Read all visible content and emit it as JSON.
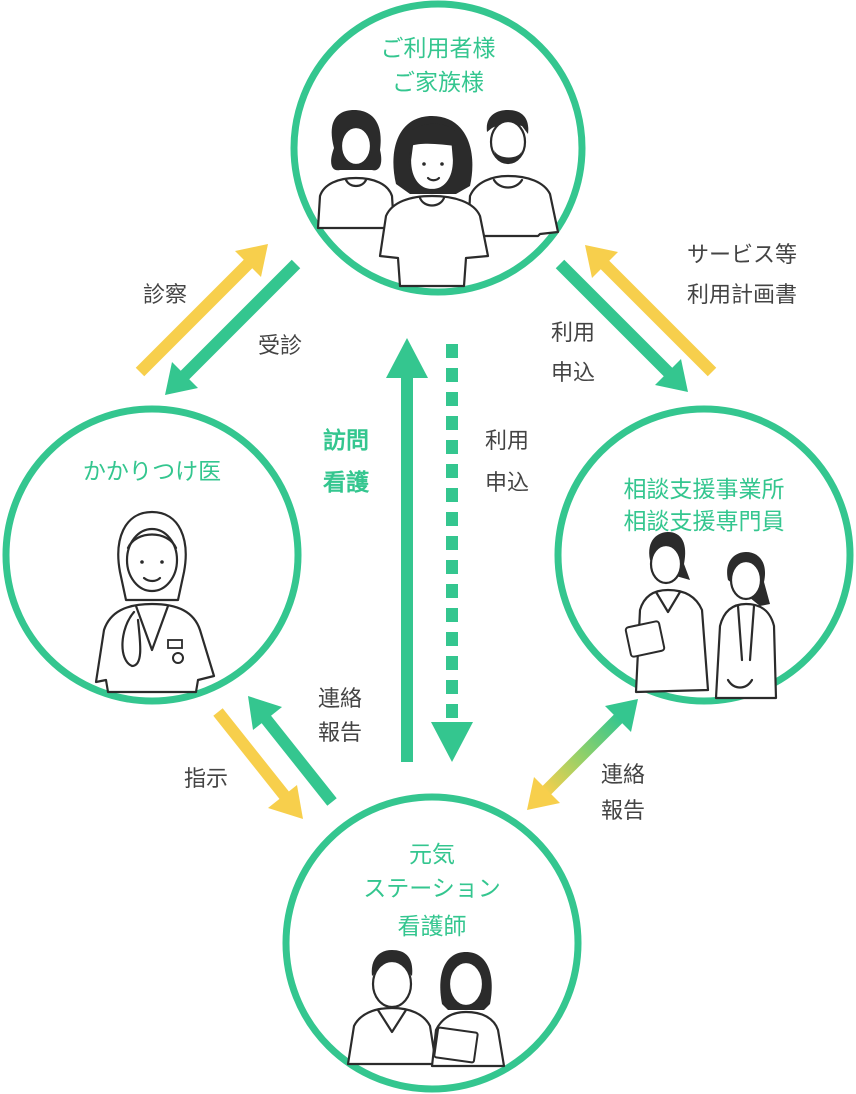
{
  "colors": {
    "green": "#34c68f",
    "yellow": "#f7cf4c",
    "text_gray": "#444444"
  },
  "nodes": {
    "family": {
      "line1": "ご利用者様",
      "line2": "ご家族様"
    },
    "doctor": {
      "line1": "かかりつけ医"
    },
    "consultant": {
      "line1": "相談支援事業所",
      "line2": "相談支援専門員"
    },
    "nurse": {
      "line1": "元気",
      "line2": "ステーション",
      "line3": "看護師"
    }
  },
  "edges": {
    "shinsatsu": "診察",
    "jushin": "受診",
    "service_plan": {
      "line1": "サービス等",
      "line2": "利用計画書"
    },
    "riyou_moushikomi_right": {
      "line1": "利用",
      "line2": "申込"
    },
    "houmon_kango": {
      "line1": "訪問",
      "line2": "看護"
    },
    "riyou_moushikomi_center": {
      "line1": "利用",
      "line2": "申込"
    },
    "renraku_left": {
      "line1": "連絡",
      "line2": "報告"
    },
    "shiji": "指示",
    "renraku_right": {
      "line1": "連絡",
      "line2": "報告"
    }
  }
}
